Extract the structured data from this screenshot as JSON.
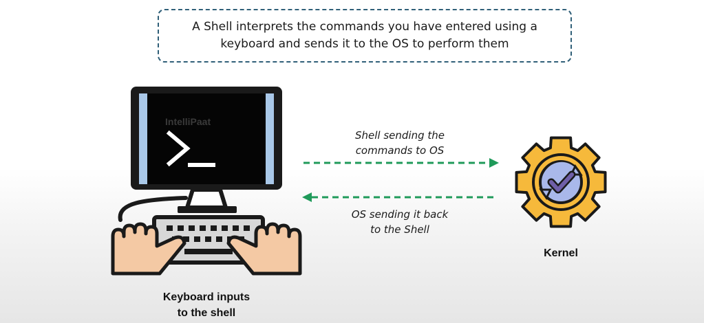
{
  "callout": {
    "line1": "A Shell interprets the commands you have entered using a",
    "line2": "keyboard and sends it to the OS to perform them"
  },
  "arrows": {
    "to_os": {
      "line1": "Shell sending the",
      "line2": "commands to OS",
      "direction": "right",
      "color": "#1f9a5a"
    },
    "to_shell": {
      "line1": "OS sending it back",
      "line2": "to the Shell",
      "direction": "left",
      "color": "#1f9a5a"
    }
  },
  "computer": {
    "caption_line1": "Keyboard inputs",
    "caption_line2": "to the shell",
    "screen_icon": "terminal-prompt-icon",
    "watermark": "IntelliPaat"
  },
  "kernel": {
    "caption": "Kernel",
    "icon": "gear-check-icon",
    "gear_color": "#f6b93b",
    "inner_color": "#a9b8ea",
    "check_color": "#6f5fa8"
  },
  "colors": {
    "outline": "#1a1a1a",
    "skin": "#f4c9a4",
    "screen_border": "#a9c8e8"
  }
}
